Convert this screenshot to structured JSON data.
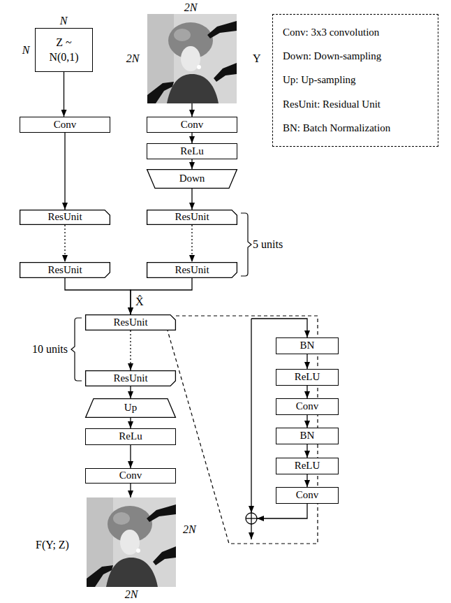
{
  "diagram": {
    "nodes": [
      {
        "text": [
          "Z ~ N(0,1)"
        ]
      },
      {
        "text": [
          "Conv"
        ]
      },
      {
        "text": [
          "ResUnit"
        ]
      },
      {
        "text": [
          "ResUnit"
        ]
      },
      {
        "text": [
          "Conv"
        ]
      },
      {
        "text": [
          "ReLu"
        ]
      },
      {
        "text": [
          "Down"
        ]
      },
      {
        "text": [
          "ResUnit"
        ]
      },
      {
        "text": [
          "ResUnit"
        ]
      },
      {
        "text": [
          "ResUnit"
        ]
      },
      {
        "text": [
          "ResUnit"
        ]
      },
      {
        "text": [
          "Up"
        ]
      },
      {
        "text": [
          "ReLu"
        ]
      },
      {
        "text": [
          "Conv"
        ]
      },
      {
        "text": [
          "Conv: 3x3 convolution",
          "Down: Down-sampling",
          "Up: Up-sampling",
          "ResUnit: Residual Unit",
          "BN: Batch Normalization"
        ]
      },
      {
        "text": [
          "BN"
        ]
      },
      {
        "text": [
          "ReLU"
        ]
      },
      {
        "text": [
          "Conv"
        ]
      },
      {
        "text": [
          "BN"
        ]
      },
      {
        "text": [
          "ReLU"
        ]
      },
      {
        "text": [
          "Conv"
        ]
      }
    ],
    "edges": [
      {
        "from": 0,
        "to": 1,
        "arrow": "to"
      },
      {
        "from": 1,
        "to": 2,
        "arrow": "to"
      },
      {
        "from": 2,
        "to": 3,
        "arrow": "to"
      },
      {
        "from": 4,
        "to": 5,
        "arrow": "to"
      },
      {
        "from": 5,
        "to": 6,
        "arrow": "to"
      },
      {
        "from": 6,
        "to": 7,
        "arrow": "to"
      },
      {
        "from": 7,
        "to": 8,
        "arrow": "to"
      },
      {
        "from": 3,
        "to": 9,
        "arrow": "to"
      },
      {
        "from": 8,
        "to": 9,
        "arrow": "to"
      },
      {
        "from": 9,
        "to": 10,
        "arrow": "to"
      },
      {
        "from": 10,
        "to": 11,
        "arrow": "to"
      },
      {
        "from": 11,
        "to": 12,
        "arrow": "to"
      },
      {
        "from": 12,
        "to": 13,
        "arrow": "to"
      },
      {
        "from": 15,
        "to": 16,
        "arrow": "to"
      },
      {
        "from": 16,
        "to": 17,
        "arrow": "to"
      },
      {
        "from": 17,
        "to": 18,
        "arrow": "to"
      },
      {
        "from": 18,
        "to": 19,
        "arrow": "to"
      },
      {
        "from": 19,
        "to": 20,
        "arrow": "to"
      }
    ],
    "labels": [
      "N",
      "N",
      "2N",
      "2N",
      "Y",
      "5 units",
      "X̂",
      "10 units",
      "F(Y; Z)",
      "2N",
      "2N"
    ]
  }
}
